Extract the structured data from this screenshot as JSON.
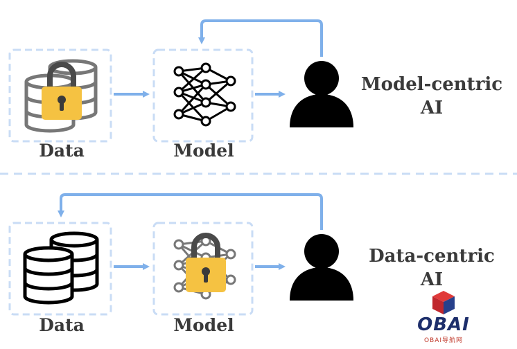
{
  "top": {
    "data_label": "Data",
    "model_label": "Model",
    "title_line1": "Model-centric",
    "title_line2": "AI"
  },
  "bottom": {
    "data_label": "Data",
    "model_label": "Model",
    "title_line1": "Data-centric",
    "title_line2": "AI"
  },
  "watermark": {
    "text": "OBAI",
    "subtext": "OBAI导航网"
  },
  "colors": {
    "arrow": "#7fb0ea",
    "box_dash": "#c9dcf5",
    "divider": "#c9dcf5",
    "lock_body": "#f5c242",
    "lock_shackle": "#4a4a4a",
    "person": "#000000",
    "db_locked": "#777777"
  }
}
